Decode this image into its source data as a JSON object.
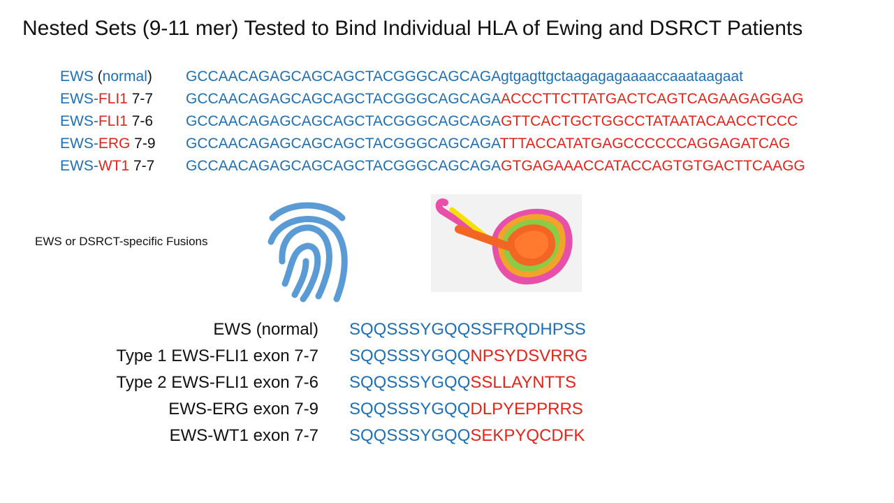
{
  "title": "Nested Sets (9-11 mer) Tested to Bind Individual HLA of Ewing and DSRCT Patients",
  "colors": {
    "normal": "#1F6FB4",
    "fusion": "#E3241B",
    "text": "#111111"
  },
  "dna_rows": [
    {
      "prefix": "EWS",
      "gene": "",
      "gene_open": " (",
      "gene_normal": "normal",
      "gene_close": ")",
      "exon": "",
      "seq_common": "GCCAACAGAGCAGCAGCTACGGGCAGCAGA",
      "seq_tail": "gtgagttgctaagagagaaaaccaaataagaat",
      "tail_is_fusion": false
    },
    {
      "prefix": "EWS-",
      "gene": "FLI1",
      "gene_open": "",
      "gene_normal": "",
      "gene_close": "",
      "exon": " 7-7",
      "seq_common": "GCCAACAGAGCAGCAGCTACGGGCAGCAGA",
      "seq_tail": "ACCCTTCTTATGACTCAGTCAGAAGAGGAG",
      "tail_is_fusion": true
    },
    {
      "prefix": "EWS-",
      "gene": "FLI1",
      "gene_open": "",
      "gene_normal": "",
      "gene_close": "",
      "exon": " 7-6",
      "seq_common": "GCCAACAGAGCAGCAGCTACGGGCAGCAGA",
      "seq_tail": "GTTCACTGCTGGCCTATAATACAACCTCCC",
      "tail_is_fusion": true
    },
    {
      "prefix": "EWS-",
      "gene": "ERG",
      "gene_open": "",
      "gene_normal": "",
      "gene_close": "",
      "exon": " 7-9",
      "seq_common": "GCCAACAGAGCAGCAGCTACGGGCAGCAGA",
      "seq_tail": "TTTACCATATGAGCCCCCCAGGAGATCAG",
      "tail_is_fusion": true
    },
    {
      "prefix": "EWS-",
      "gene": "WT1",
      "gene_open": "",
      "gene_normal": "",
      "gene_close": "",
      "exon": " 7-7",
      "seq_common": "GCCAACAGAGCAGCAGCTACGGGCAGCAGA",
      "seq_tail": "GTGAGAAACCATACCAGTGTGACTTCAAGG",
      "tail_is_fusion": true
    }
  ],
  "fusion_label": "EWS or DSRCT-specific Fusions",
  "icons": {
    "fingerprint": "fingerprint-icon",
    "cups": "measuring-cups-image"
  },
  "peptide_rows": [
    {
      "label": "EWS (normal)",
      "common": "SQQSSSYGQQ",
      "tail": "SSFRQDHPSS",
      "tail_is_fusion": false
    },
    {
      "label": "Type 1 EWS-FLI1 exon 7-7",
      "common": "SQQSSSYGQQ",
      "tail": "NPSYDSVRRG",
      "tail_is_fusion": true
    },
    {
      "label": "Type 2 EWS-FLI1 exon 7-6",
      "common": "SQQSSSYGQQ",
      "tail": "SSLLAYNTTS",
      "tail_is_fusion": true
    },
    {
      "label": "EWS-ERG exon 7-9",
      "common": "SQQSSSYGQQ",
      "tail": "DLPYEPPRRS",
      "tail_is_fusion": true
    },
    {
      "label": "EWS-WT1 exon 7-7",
      "common": "SQQSSSYGQQ",
      "tail": "SEKPYQCDFK",
      "tail_is_fusion": true
    }
  ]
}
